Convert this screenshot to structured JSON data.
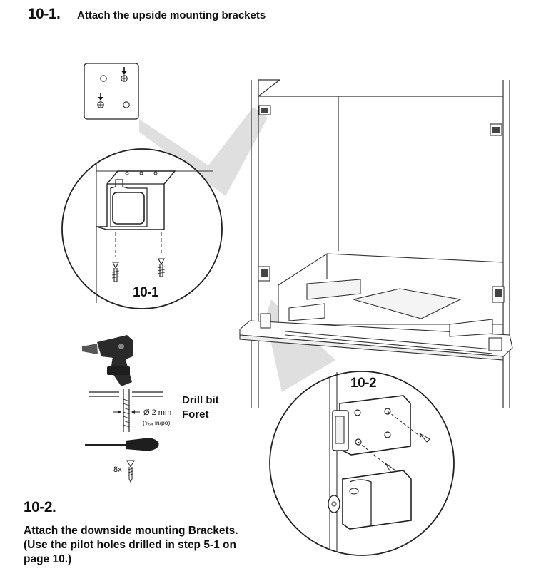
{
  "step1": {
    "number": "10-1.",
    "title": "Attach the upside mounting brackets",
    "callout": "10-1"
  },
  "step2": {
    "number": "10-2.",
    "body": "Attach the downside mounting Brackets. (Use the pilot holes drilled in step 5-1 on page 10.)",
    "callout": "10-2"
  },
  "tools": {
    "drill_bit_en": "Drill bit",
    "drill_bit_fr": "Foret",
    "diameter": "Ø 2 mm",
    "diameter_imperial": "(⁵⁄₆₄ in/po)",
    "screw_qty": "8x"
  }
}
